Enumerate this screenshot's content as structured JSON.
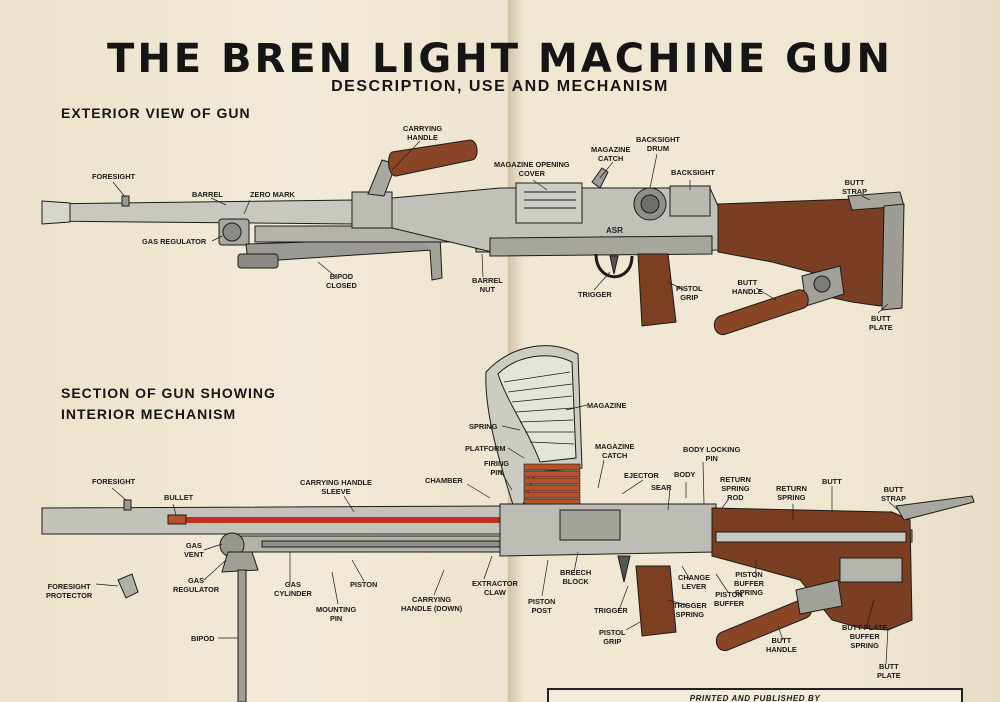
{
  "title": "THE BREN LIGHT MACHINE GUN",
  "subtitle": "DESCRIPTION, USE AND MECHANISM",
  "exterior": {
    "heading": "EXTERIOR VIEW OF GUN",
    "labels": {
      "foresight": "FORESIGHT",
      "barrel": "BARREL",
      "zero_mark": "ZERO MARK",
      "carrying_handle_1": "CARRYING",
      "carrying_handle_2": "HANDLE",
      "gas_regulator": "GAS REGULATOR",
      "bipod_closed_1": "BIPOD",
      "bipod_closed_2": "CLOSED",
      "barrel_nut_1": "BARREL",
      "barrel_nut_2": "NUT",
      "magazine_opening_cover_1": "MAGAZINE OPENING",
      "magazine_opening_cover_2": "COVER",
      "magazine_catch_1": "MAGAZINE",
      "magazine_catch_2": "CATCH",
      "backsight_drum_1": "BACKSIGHT",
      "backsight_drum_2": "DRUM",
      "backsight": "BACKSIGHT",
      "trigger": "TRIGGER",
      "pistol_grip_1": "PISTOL",
      "pistol_grip_2": "GRIP",
      "butt_handle_1": "BUTT",
      "butt_handle_2": "HANDLE",
      "butt_strap_1": "BUTT",
      "butt_strap_2": "STRAP",
      "butt_plate_1": "BUTT",
      "butt_plate_2": "PLATE"
    },
    "stamp": "ASR"
  },
  "section": {
    "heading_1": "SECTION OF GUN SHOWING",
    "heading_2": "INTERIOR MECHANISM",
    "labels": {
      "magazine": "MAGAZINE",
      "spring": "SPRING",
      "platform": "PLATFORM",
      "firing_pin_1": "FIRING",
      "firing_pin_2": "PIN",
      "magazine_catch_1": "MAGAZINE",
      "magazine_catch_2": "CATCH",
      "body_locking_pin_1": "BODY LOCKING",
      "body_locking_pin_2": "PIN",
      "foresight": "FORESIGHT",
      "bullet": "BULLET",
      "carrying_handle_sleeve_1": "CARRYING HANDLE",
      "carrying_handle_sleeve_2": "SLEEVE",
      "chamber": "CHAMBER",
      "ejector": "EJECTOR",
      "body": "BODY",
      "sear": "SEAR",
      "return_spring_rod_1": "RETURN",
      "return_spring_rod_2": "SPRING",
      "return_spring_rod_3": "ROD",
      "return_spring_1": "RETURN",
      "return_spring_2": "SPRING",
      "butt": "BUTT",
      "butt_strap_1": "BUTT",
      "butt_strap_2": "STRAP",
      "gas_vent_1": "GAS",
      "gas_vent_2": "VENT",
      "foresight_protector_1": "FORESIGHT",
      "foresight_protector_2": "PROTECTOR",
      "gas_regulator_1": "GAS",
      "gas_regulator_2": "REGULATOR",
      "gas_cylinder_1": "GAS",
      "gas_cylinder_2": "CYLINDER",
      "piston": "PISTON",
      "mounting_pin_1": "MOUNTING",
      "mounting_pin_2": "PIN",
      "carrying_handle_down_1": "CARRYING",
      "carrying_handle_down_2": "HANDLE (DOWN)",
      "extractor_claw_1": "EXTRACTOR",
      "extractor_claw_2": "CLAW",
      "piston_post_1": "PISTON",
      "piston_post_2": "POST",
      "breech_block_1": "BREECH",
      "breech_block_2": "BLOCK",
      "change_lever_1": "CHANGE",
      "change_lever_2": "LEVER",
      "piston_buffer_1": "PISTON",
      "piston_buffer_2": "BUFFER",
      "piston_buffer_spring_1": "PISTON",
      "piston_buffer_spring_2": "BUFFER",
      "piston_buffer_spring_3": "SPRING",
      "trigger": "TRIGGER",
      "trigger_spring_1": "TRIGGER",
      "trigger_spring_2": "SPRING",
      "pistol_grip_1": "PISTOL",
      "pistol_grip_2": "GRIP",
      "butt_handle_1": "BUTT",
      "butt_handle_2": "HANDLE",
      "butt_plate_buffer_spring_1": "BUTT PLATE",
      "butt_plate_buffer_spring_2": "BUFFER",
      "butt_plate_buffer_spring_3": "SPRING",
      "butt_plate_1": "BUTT",
      "butt_plate_2": "PLATE",
      "bipod": "BIPOD"
    }
  },
  "publisher": "PRINTED AND PUBLISHED BY",
  "colors": {
    "paper": "#efe6d2",
    "ink": "#1a1a1a",
    "wood": "#7a3e22",
    "steel": "#b9b8b0",
    "barrel_bore": "#c0321d"
  }
}
